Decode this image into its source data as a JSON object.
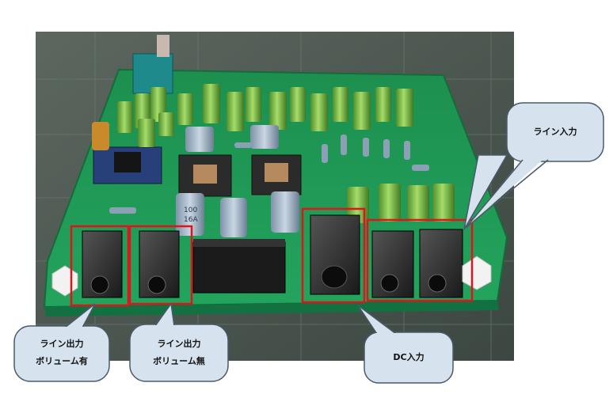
{
  "callouts": {
    "line_in": {
      "line1": "ライン入力"
    },
    "line_out_vol": {
      "line1": "ライン出力",
      "line2": "ボリューム有"
    },
    "line_out_novol": {
      "line1": "ライン出力",
      "line2": "ボリューム無"
    },
    "dc_in": {
      "line1": "DC入力"
    }
  },
  "pcb_labels": {
    "cap_value": "100",
    "cap_rating": "16A"
  },
  "colors": {
    "board": "#1f9b57",
    "cutting_mat": "#4e5a52",
    "highlight_box": "#e0141b",
    "callout_fill": "#d6e2ee",
    "callout_stroke": "#4a5a6a",
    "capacitor_green": "#7ec247",
    "capacitor_blue": "#9fb4c8"
  }
}
